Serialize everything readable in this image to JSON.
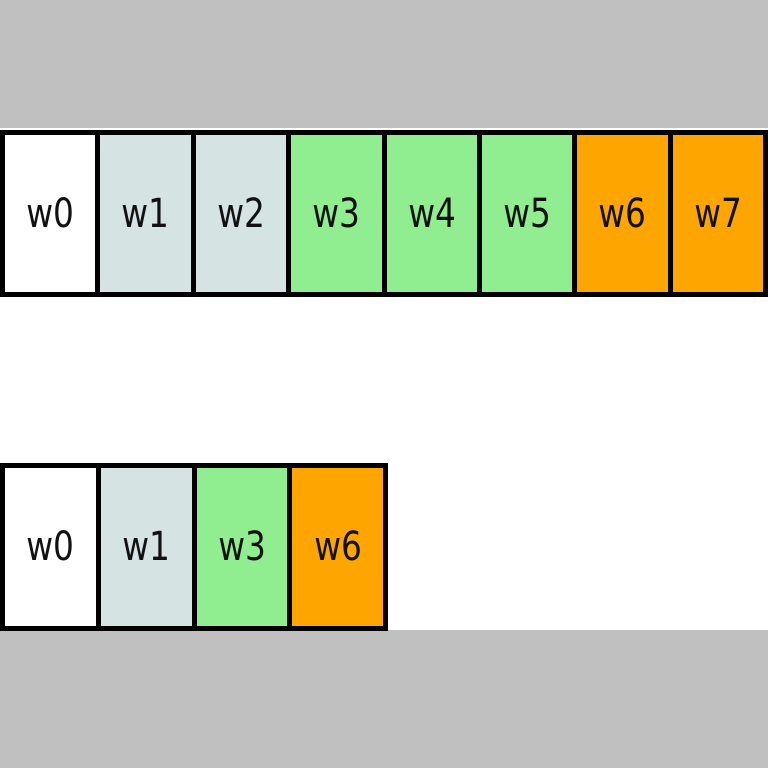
{
  "colors": {
    "white": "#ffffff",
    "gray": "#d6e3e3",
    "green": "#90ee90",
    "orange": "#ffa500"
  },
  "top_row": [
    {
      "label": "w0",
      "color": "#ffffff"
    },
    {
      "label": "w1",
      "color": "#d6e3e3"
    },
    {
      "label": "w2",
      "color": "#d6e3e3"
    },
    {
      "label": "w3",
      "color": "#90ee90"
    },
    {
      "label": "w4",
      "color": "#90ee90"
    },
    {
      "label": "w5",
      "color": "#90ee90"
    },
    {
      "label": "w6",
      "color": "#ffa500"
    },
    {
      "label": "w7",
      "color": "#ffa500"
    }
  ],
  "bottom_row": [
    {
      "label": "w0",
      "color": "#ffffff"
    },
    {
      "label": "w1",
      "color": "#d6e3e3"
    },
    {
      "label": "w3",
      "color": "#90ee90"
    },
    {
      "label": "w6",
      "color": "#ffa500"
    }
  ]
}
